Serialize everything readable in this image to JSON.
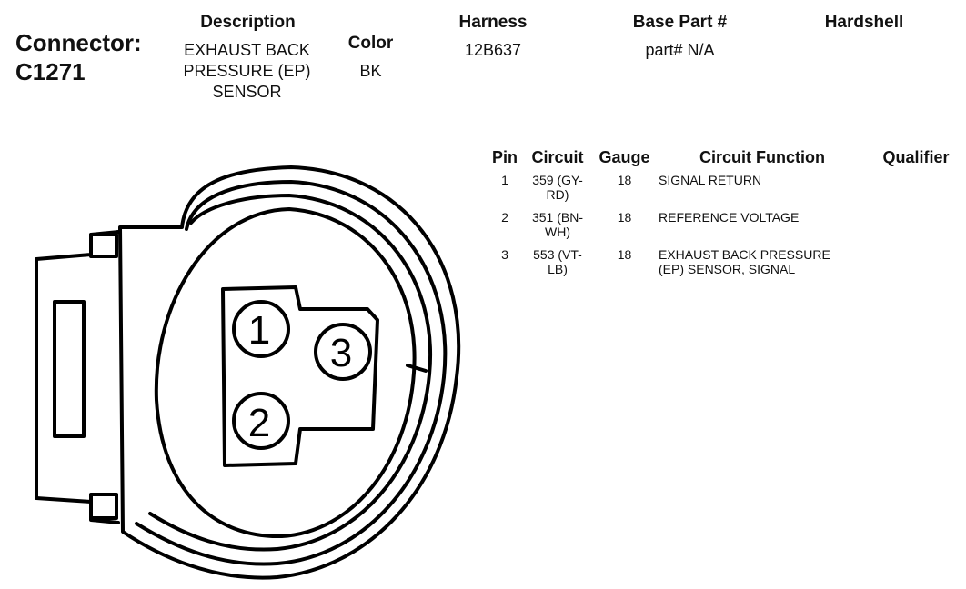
{
  "connector": {
    "label_line1": "Connector:",
    "label_line2": "C1271"
  },
  "headers": {
    "description": "Description",
    "color": "Color",
    "harness": "Harness",
    "base_part": "Base Part #",
    "hardshell": "Hardshell"
  },
  "values": {
    "description_line1": "EXHAUST BACK",
    "description_line2": "PRESSURE (EP)",
    "description_line3": "SENSOR",
    "color": "BK",
    "harness": "12B637",
    "base_part": "part# N/A"
  },
  "table": {
    "columns": [
      "Pin",
      "Circuit",
      "Gauge",
      "Circuit Function",
      "Qualifier"
    ],
    "rows": [
      {
        "pin": "1",
        "circuit_line1": "359 (GY-",
        "circuit_line2": "RD)",
        "gauge": "18",
        "function_line1": "SIGNAL RETURN",
        "function_line2": ""
      },
      {
        "pin": "2",
        "circuit_line1": "351 (BN-",
        "circuit_line2": "WH)",
        "gauge": "18",
        "function_line1": "REFERENCE VOLTAGE",
        "function_line2": ""
      },
      {
        "pin": "3",
        "circuit_line1": "553 (VT-",
        "circuit_line2": "LB)",
        "gauge": "18",
        "function_line1": "EXHAUST BACK PRESSURE",
        "function_line2": "(EP) SENSOR, SIGNAL"
      }
    ]
  },
  "diagram": {
    "pin_labels": [
      "1",
      "2",
      "3"
    ],
    "stroke_color": "#000000"
  }
}
